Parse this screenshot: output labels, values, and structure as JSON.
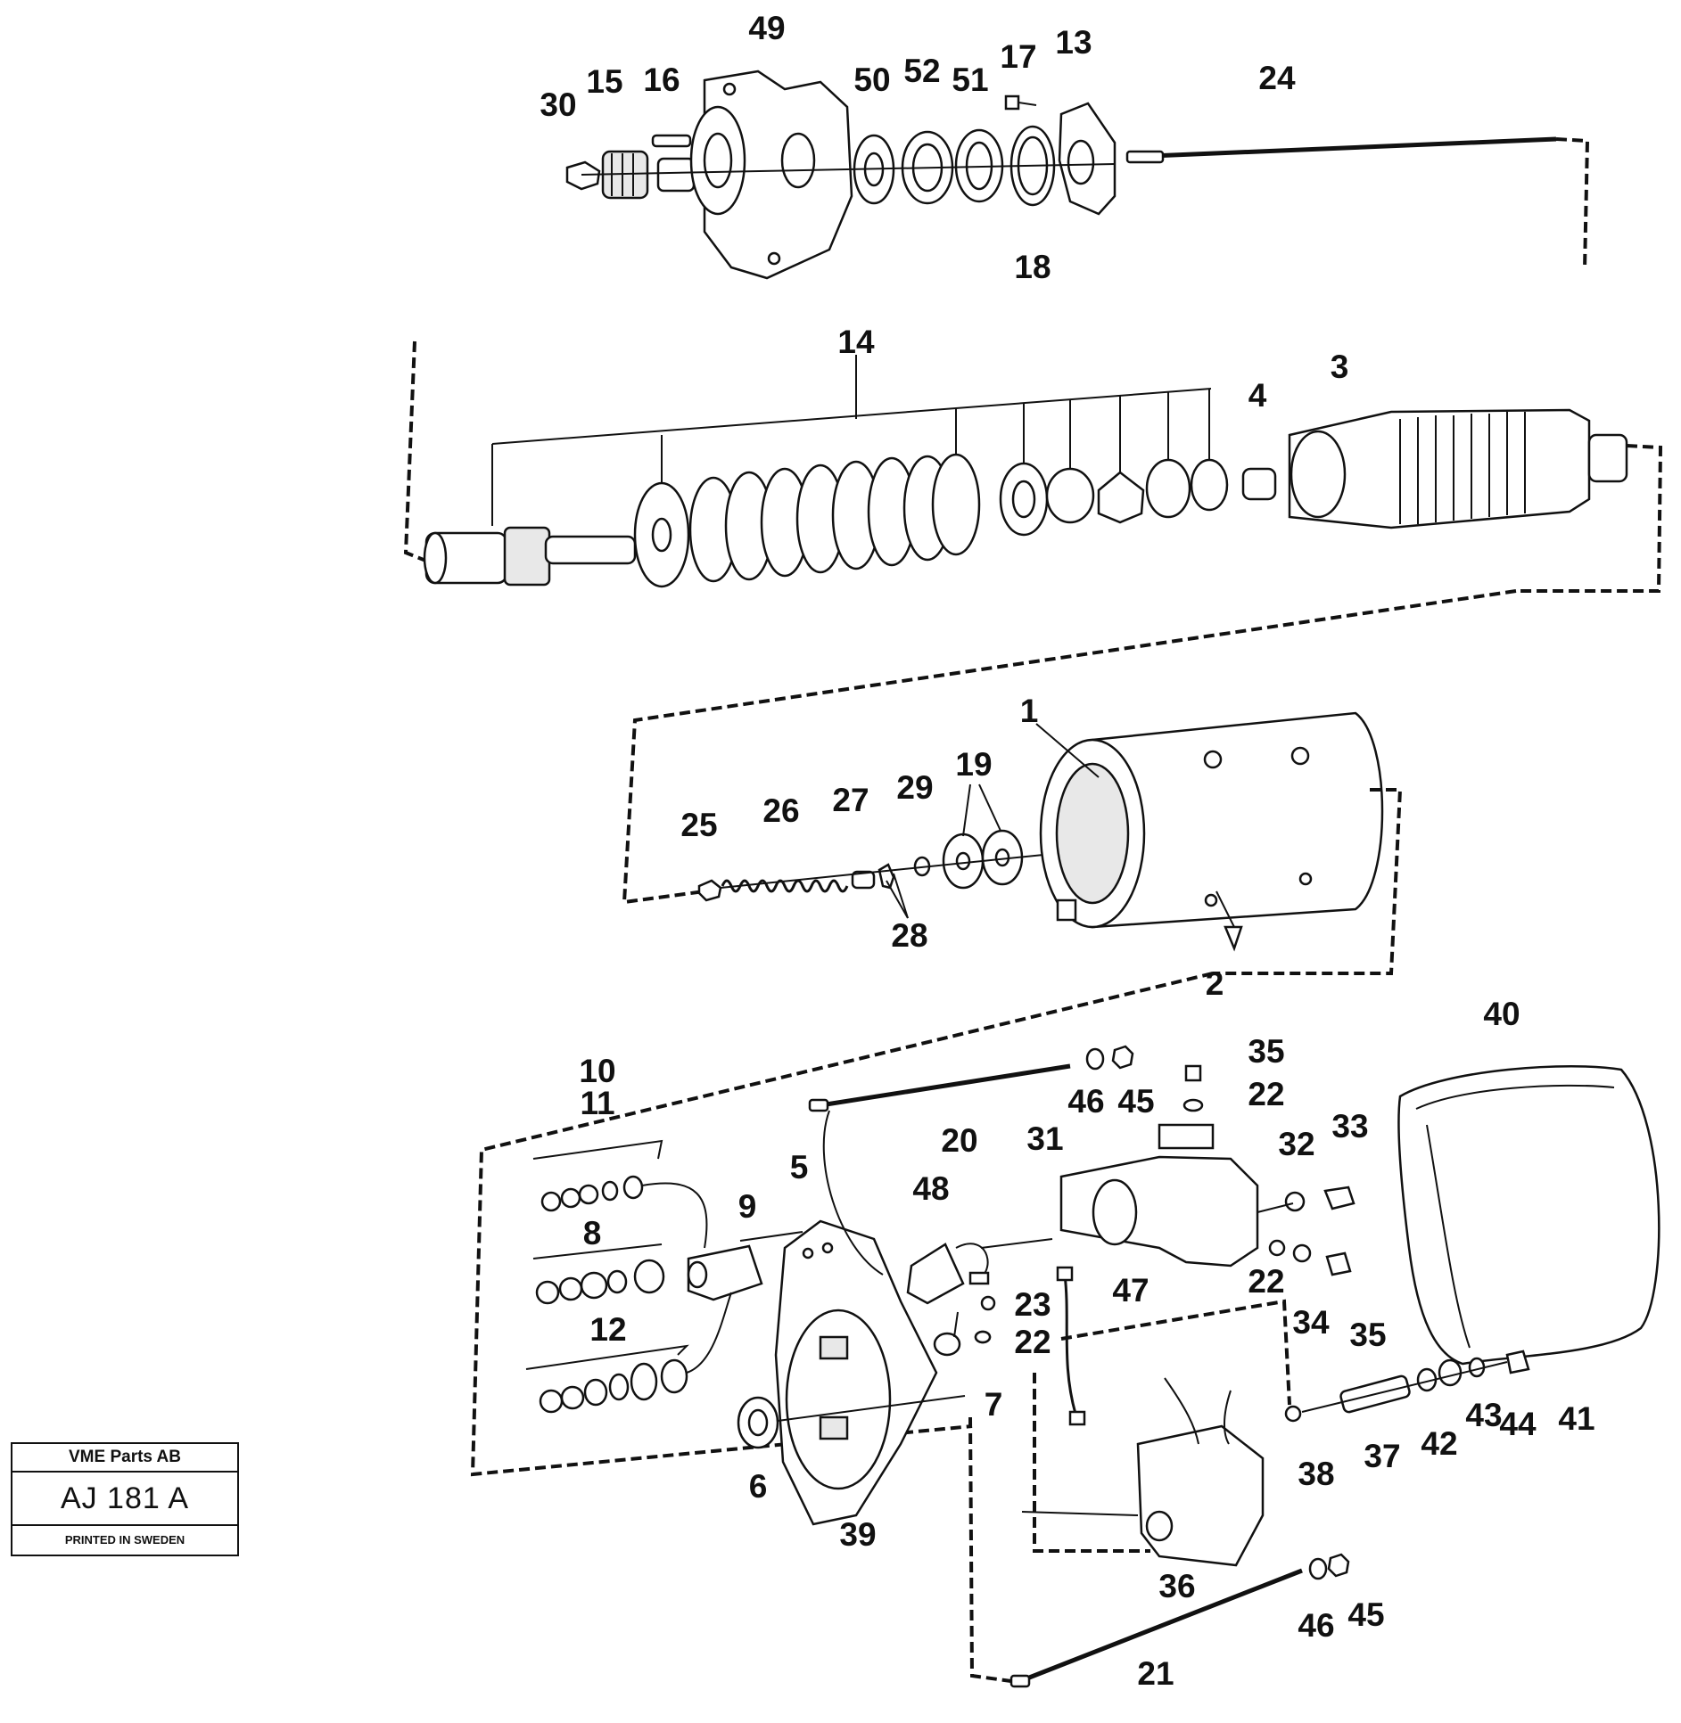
{
  "title_block": {
    "company": "VME Parts AB",
    "code": "AJ 181 A",
    "printed": "PRINTED IN SWEDEN"
  },
  "part_numbers": {
    "p49": "49",
    "p30": "30",
    "p15": "15",
    "p16": "16",
    "p50": "50",
    "p52": "52",
    "p51": "51",
    "p17": "17",
    "p13": "13",
    "p24": "24",
    "p18": "18",
    "p14": "14",
    "p3": "3",
    "p4": "4",
    "p1": "1",
    "p19": "19",
    "p25": "25",
    "p26": "26",
    "p27": "27",
    "p29": "29",
    "p28": "28",
    "p2": "2",
    "p40": "40",
    "p10": "10",
    "p11": "11",
    "p46a": "46",
    "p45a": "45",
    "p35a": "35",
    "p22a": "22",
    "p20": "20",
    "p31": "31",
    "p32": "32",
    "p33": "33",
    "p5": "5",
    "p9": "9",
    "p8": "8",
    "p48": "48",
    "p22b": "22",
    "p34": "34",
    "p35b": "35",
    "p23": "23",
    "p47": "47",
    "p22c": "22",
    "p12": "12",
    "p7": "7",
    "p6": "6",
    "p39": "39",
    "p38": "38",
    "p37": "37",
    "p42": "42",
    "p43": "43",
    "p44": "44",
    "p41": "41",
    "p36": "36",
    "p46b": "46",
    "p45b": "45",
    "p21": "21"
  }
}
